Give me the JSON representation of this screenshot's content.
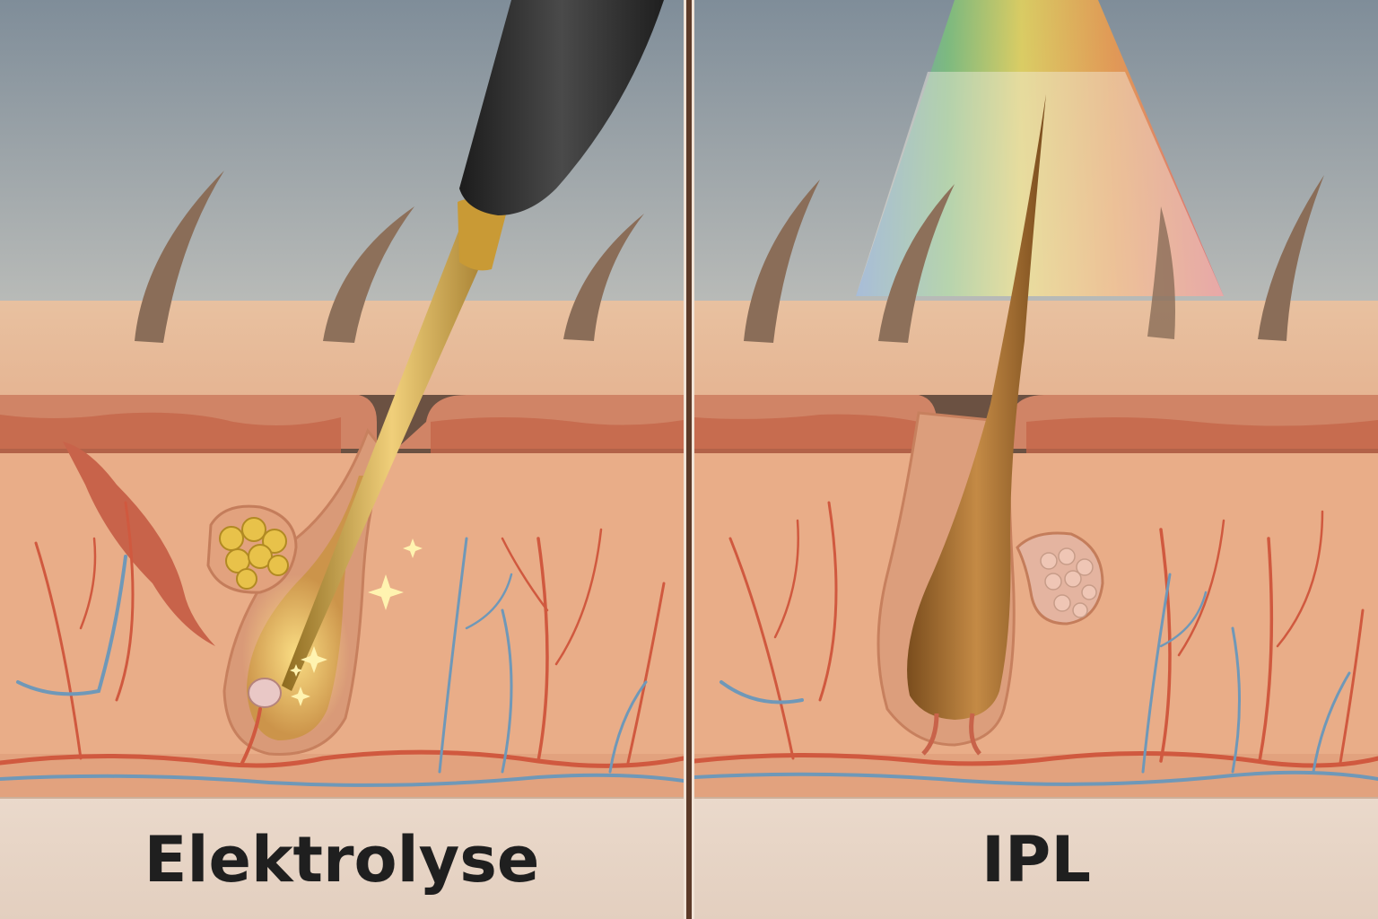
{
  "panels": {
    "left": {
      "label": "Elektrolyse"
    },
    "right": {
      "label": "IPL"
    }
  },
  "colors": {
    "sky_top": "#7c8a96",
    "sky_bottom": "#b7b9b6",
    "skin_surface": "#e6b897",
    "skin_band": "#c9704f",
    "dermis": "#e9ae8a",
    "artery": "#d0593f",
    "vein": "#6f98b8",
    "hair": "#8a6d58",
    "probe_gold": "#c99a35",
    "handle_black": "#2a2a2a",
    "divider": "#5c3a28"
  },
  "icons": [
    "hair-follicle",
    "electrolysis-probe",
    "ipl-light-beam",
    "sebaceous-gland",
    "blood-vessels"
  ]
}
